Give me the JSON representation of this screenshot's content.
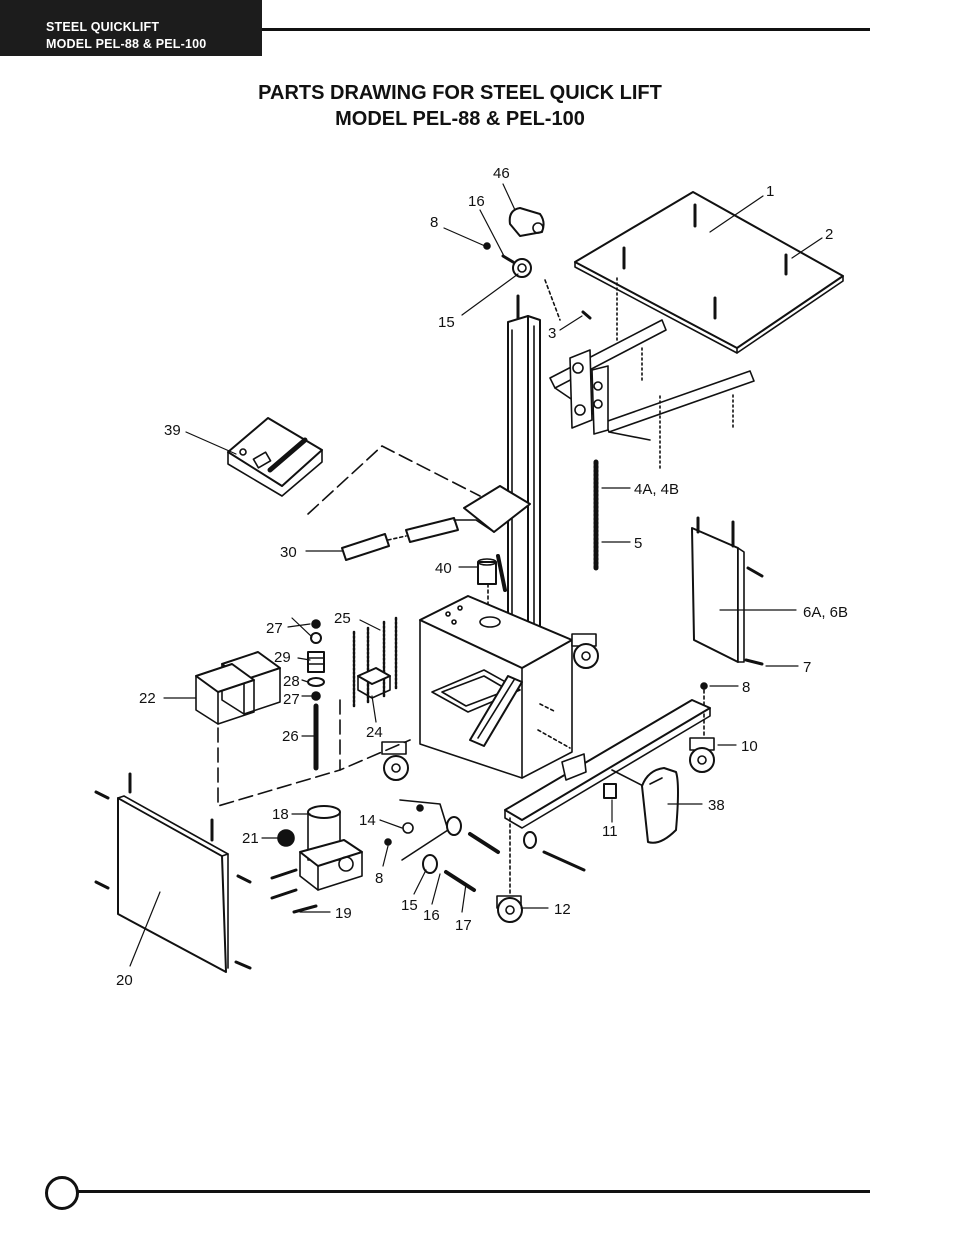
{
  "header": {
    "line1": "STEEL QUICKLIFT",
    "line2": "MODEL PEL-88 & PEL-100"
  },
  "title": {
    "line1": "PARTS DRAWING FOR STEEL QUICK LIFT",
    "line2": "MODEL PEL-88 & PEL-100"
  },
  "callouts": {
    "c1": "1",
    "c2": "2",
    "c3": "3",
    "c4": "4A, 4B",
    "c5": "5",
    "c6": "6A, 6B",
    "c7": "7",
    "c8a": "8",
    "c8b": "8",
    "c8c": "8",
    "c10": "10",
    "c11": "11",
    "c12": "12",
    "c14": "14",
    "c15a": "15",
    "c15b": "15",
    "c16a": "16",
    "c16b": "16",
    "c17": "17",
    "c18": "18",
    "c19": "19",
    "c20": "20",
    "c21": "21",
    "c22": "22",
    "c24": "24",
    "c25": "25",
    "c26": "26",
    "c27a": "27",
    "c27b": "27",
    "c28": "28",
    "c29": "29",
    "c30": "30",
    "c38": "38",
    "c39": "39",
    "c40": "40",
    "c46": "46"
  }
}
